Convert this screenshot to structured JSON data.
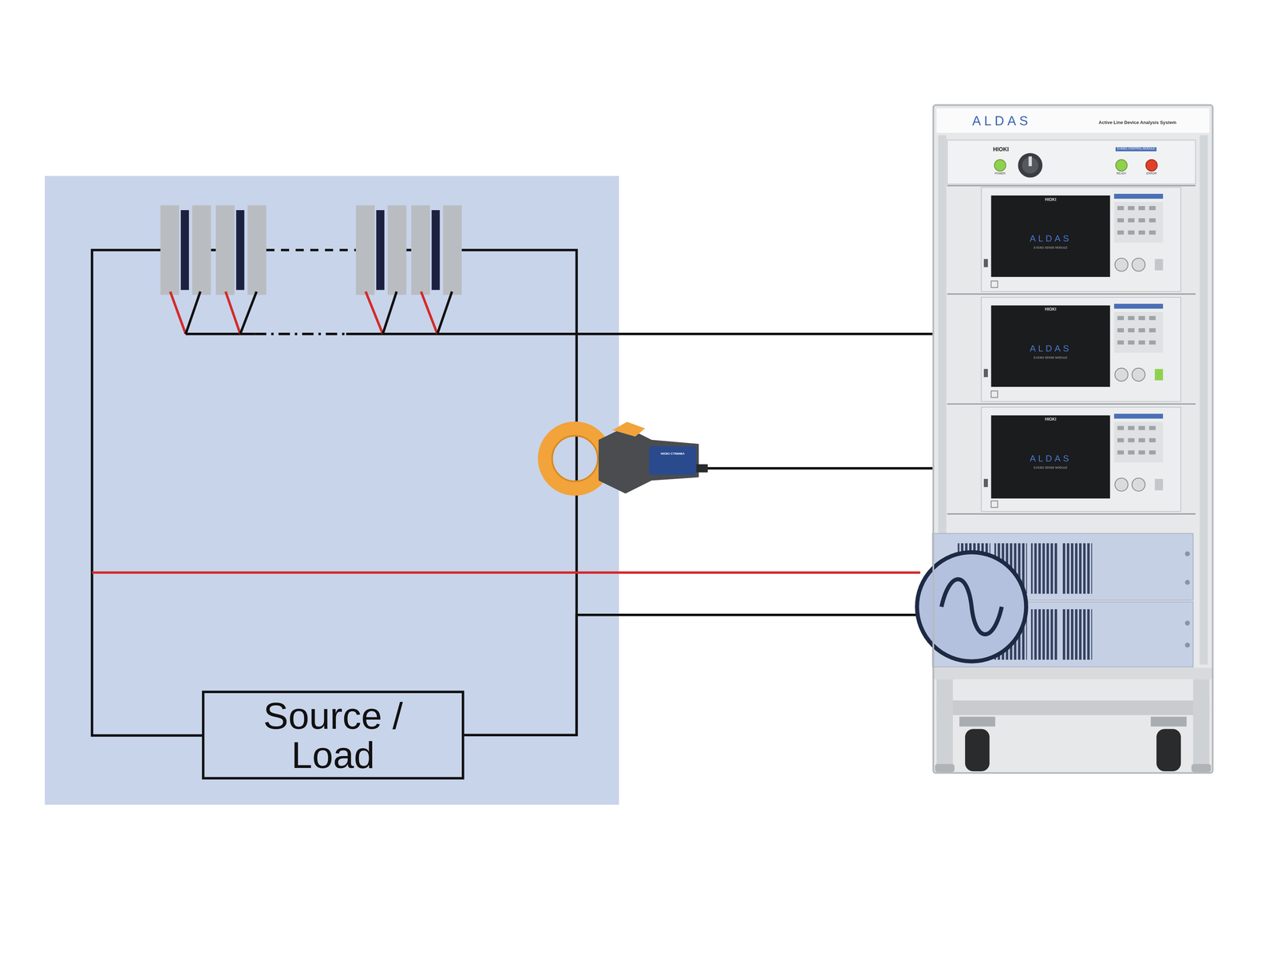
{
  "diagram": {
    "nodes": [
      {
        "text": [
          "Source / Load"
        ]
      },
      {
        "text": [
          "Active Line Device Analysis System"
        ]
      }
    ],
    "edges": [
      {
        "from": 0,
        "to": 1,
        "arrow": "none"
      }
    ],
    "labels": [
      "ALDAS",
      "HIOKI",
      "EA5001 CONTROL MODULE",
      "POWER",
      "READY",
      "ERROR",
      "HIOKI",
      "ALDAS",
      "EA5302 SENSE MODULE",
      "HIOKI",
      "ALDAS",
      "EA5302 SENSE MODULE",
      "HIOKI",
      "ALDAS",
      "EA5302 SENSE MODULE",
      "HIOKI CT6846A"
    ]
  }
}
